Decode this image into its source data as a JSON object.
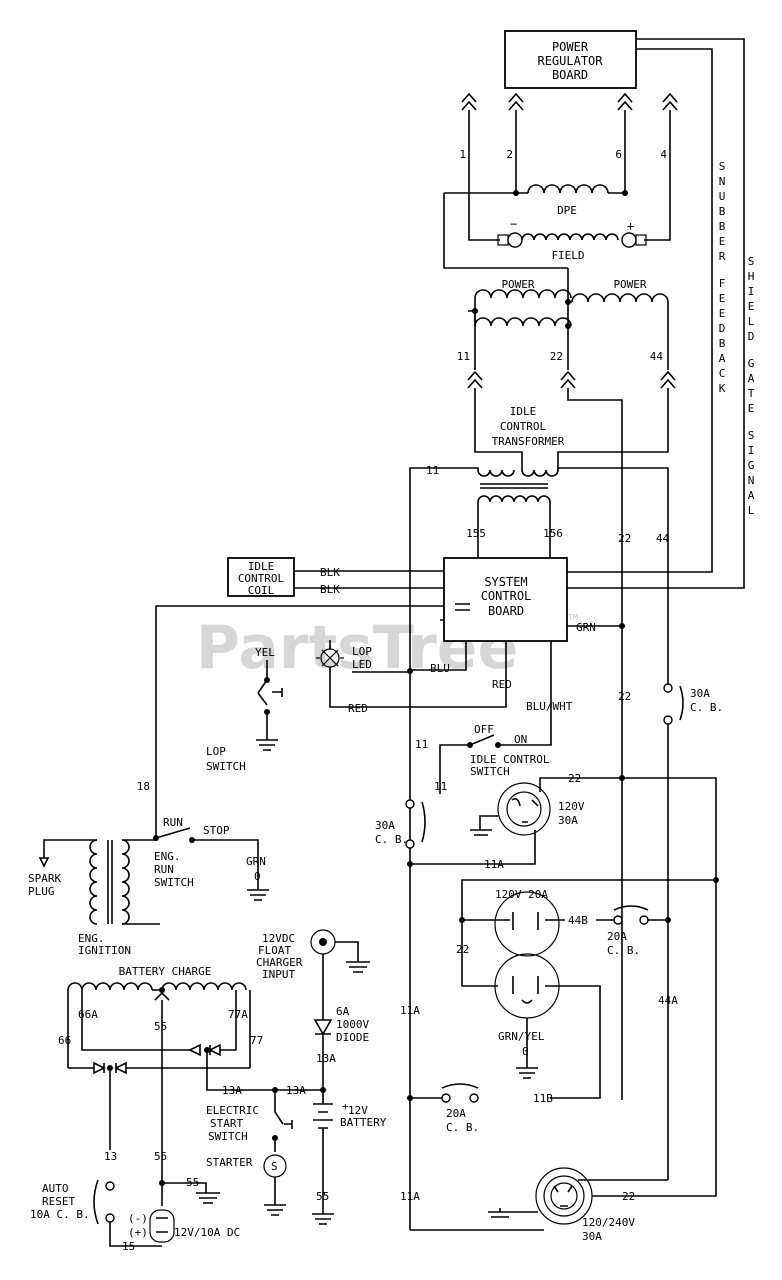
{
  "watermark": "PartsTree",
  "trademark": "TM",
  "boxes": {
    "power_regulator_board": [
      "POWER",
      "REGULATOR",
      "BOARD"
    ],
    "system_control_board": [
      "SYSTEM",
      "CONTROL",
      "BOARD"
    ],
    "idle_control_coil": [
      "IDLE",
      "CONTROL",
      "COIL"
    ]
  },
  "vertical_labels": {
    "snubber_feedback": "SNUBBER FEEDBACK",
    "shield_gate_signal": "SHIELD GATE SIGNAL"
  },
  "windings": {
    "dpe": "DPE",
    "field": "FIELD",
    "field_minus": "−",
    "field_plus": "+",
    "power_left": "POWER",
    "power_right": "POWER",
    "idle_transformer": [
      "IDLE",
      "CONTROL",
      "TRANSFORMER"
    ],
    "battery_charge": "BATTERY CHARGE"
  },
  "wires": {
    "w1": "1",
    "w2": "2",
    "w6": "6",
    "w4": "4",
    "w11_top": "11",
    "w22_top": "22",
    "w44_top": "44",
    "w11_left": "11",
    "w155": "155",
    "w156": "156",
    "blk1": "BLK",
    "blk2": "BLK",
    "grn": "GRN",
    "yel": "YEL",
    "blu": "BLU",
    "red_short": "RED",
    "red_long": "RED",
    "blu_wht": "BLU/WHT",
    "w22_mid": "22",
    "w44_mid": "44",
    "w22_lower": "22",
    "w11_mid": "11",
    "w11_sw": "11",
    "w22_r120": "22",
    "w18": "18",
    "w11a_mid": "11A",
    "w44b": "44B",
    "w22_dup": "22",
    "w44a": "44A",
    "w66a": "66A",
    "w55_bc": "55",
    "w77a": "77A",
    "w66": "66",
    "w77": "77",
    "w13a_1": "13A",
    "w13a_2": "13A",
    "w13a_3": "13A",
    "w11a_low": "11A",
    "w11b": "11B",
    "w13": "13",
    "w55_a": "55",
    "w55_b": "55",
    "w55_c": "55",
    "w15": "15",
    "w11a_bot": "11A",
    "w22_bot": "22",
    "gnd0_run": "0",
    "gnd0_recept": "0"
  },
  "labels": {
    "lop_led": [
      "LOP",
      "LED"
    ],
    "lop_switch": [
      "LOP",
      "SWITCH"
    ],
    "off": "OFF",
    "on": "ON",
    "idle_control_switch": [
      "IDLE CONTROL",
      "SWITCH"
    ],
    "cb30_right": [
      "30A",
      "C. B."
    ],
    "cb30_left": [
      "30A",
      "C. B."
    ],
    "recept_120v_30a": [
      "120V",
      "30A"
    ],
    "run": "RUN",
    "stop": "STOP",
    "grn_run": "GRN",
    "eng_run_switch": [
      "ENG.",
      "RUN",
      "SWITCH"
    ],
    "spark_plug": [
      "SPARK",
      "PLUG"
    ],
    "eng_ignition": [
      "ENG.",
      "IGNITION"
    ],
    "recept_120v_20a": "120V 20A",
    "cb20_top": [
      "20A",
      "C. B."
    ],
    "grn_yel": "GRN/YEL",
    "float_charger": [
      "12VDC",
      "FLOAT",
      "CHARGER",
      "INPUT"
    ],
    "diode": [
      "6A",
      "1000V",
      "DIODE"
    ],
    "battery": [
      "12V",
      "BATTERY"
    ],
    "battery_plus": "+",
    "electric_start_switch": [
      "ELECTRIC",
      "START",
      "SWITCH"
    ],
    "starter": "STARTER",
    "starter_symbol": "S",
    "cb20_bot": [
      "20A",
      "C. B."
    ],
    "auto_reset": [
      "AUTO",
      "RESET",
      "10A C. B."
    ],
    "dc_minus": "(-)",
    "dc_plus": "(+)",
    "dc_outlet": "12V/10A DC",
    "recept_120_240": [
      "120/240V",
      "30A"
    ]
  }
}
